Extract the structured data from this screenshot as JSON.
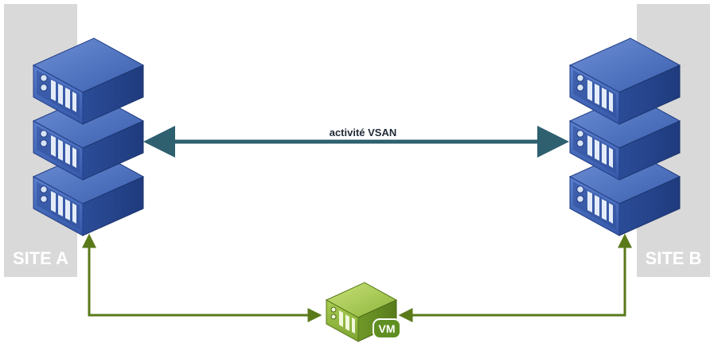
{
  "sites": {
    "a": {
      "label": "SITE A"
    },
    "b": {
      "label": "SITE B"
    }
  },
  "link": {
    "label": "activité VSAN"
  },
  "vm": {
    "label": "VM"
  },
  "colors": {
    "site_panel": "#d9d9d9",
    "server_blue": "#3a5fb0",
    "vsan_link": "#2e6070",
    "witness_link": "#5a7a1a",
    "vm_green": "#6b9a2a"
  },
  "icons": {
    "server": "rack-server-icon",
    "vm": "vm-server-icon"
  }
}
